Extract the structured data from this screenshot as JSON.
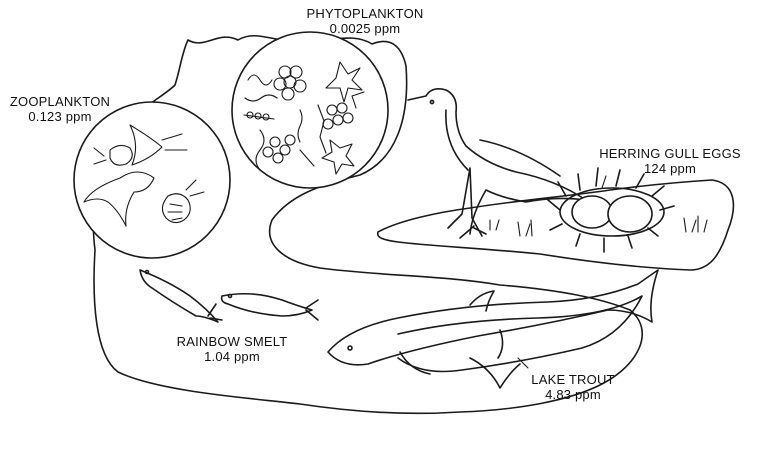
{
  "labels": {
    "phytoplankton": {
      "name": "PHYTOPLANKTON",
      "value": "0.0025 ppm"
    },
    "zooplankton": {
      "name": "ZOOPLANKTON",
      "value": "0.123 ppm"
    },
    "herring_gull_eggs": {
      "name": "HERRING GULL EGGS",
      "value": "124 ppm"
    },
    "rainbow_smelt": {
      "name": "RAINBOW SMELT",
      "value": "1.04 ppm"
    },
    "lake_trout": {
      "name": "LAKE TROUT",
      "value": "4.83 ppm"
    }
  }
}
